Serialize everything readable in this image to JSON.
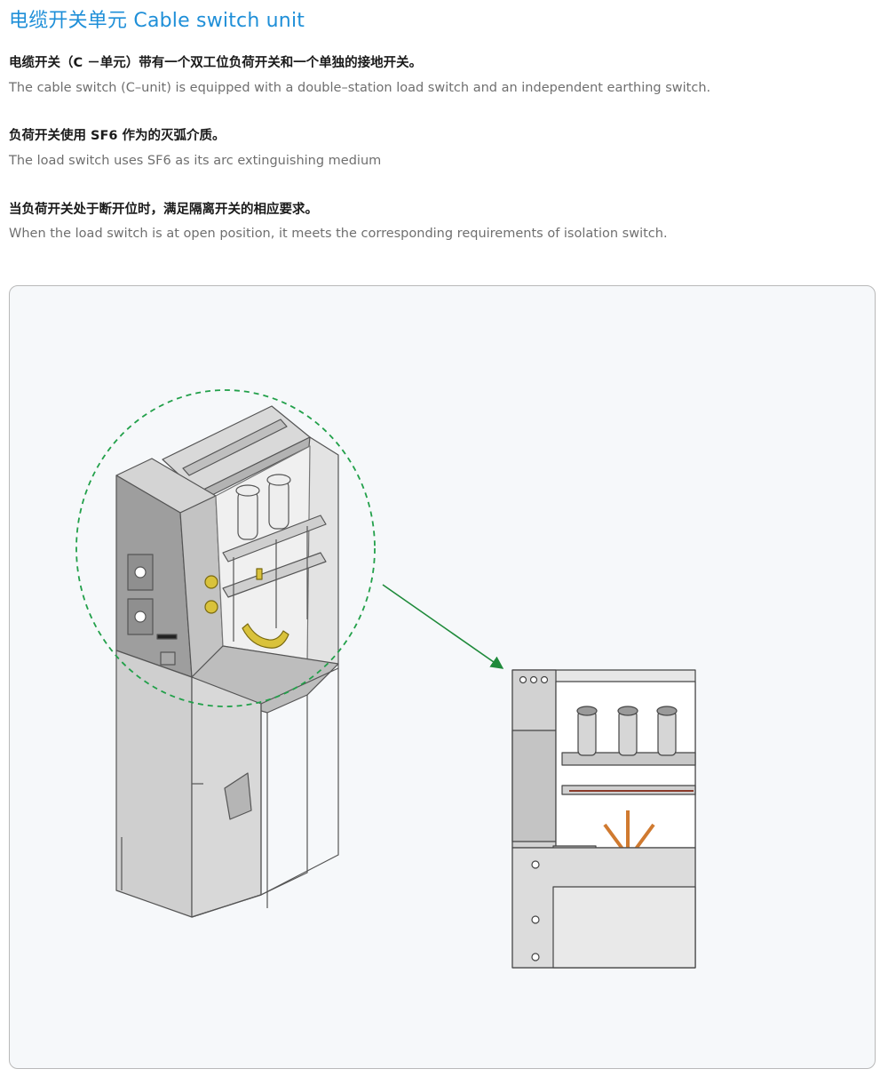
{
  "title": "电缆开关单元 Cable switch unit",
  "paragraphs": [
    {
      "cn": "电缆开关（C －单元）带有一个双工位负荷开关和一个单独的接地开关。",
      "en": "The cable switch (C–unit) is equipped with a double–station load switch and an independent earthing switch."
    },
    {
      "cn": "负荷开关使用 SF6 作为的灭弧介质。",
      "en": "The load switch uses SF6 as its arc extinguishing medium"
    },
    {
      "cn": "当负荷开关处于断开位时，满足隔离开关的相应要求。",
      "en": "When the load switch is at open position, it meets the corresponding requirements of isolation switch."
    }
  ],
  "colors": {
    "title": "#1f8fd8",
    "callout_circle": "#22a04a",
    "arrow": "#1e8a3a",
    "panel_bg": "#f6f8fa",
    "panel_border": "#b9b9b9"
  }
}
